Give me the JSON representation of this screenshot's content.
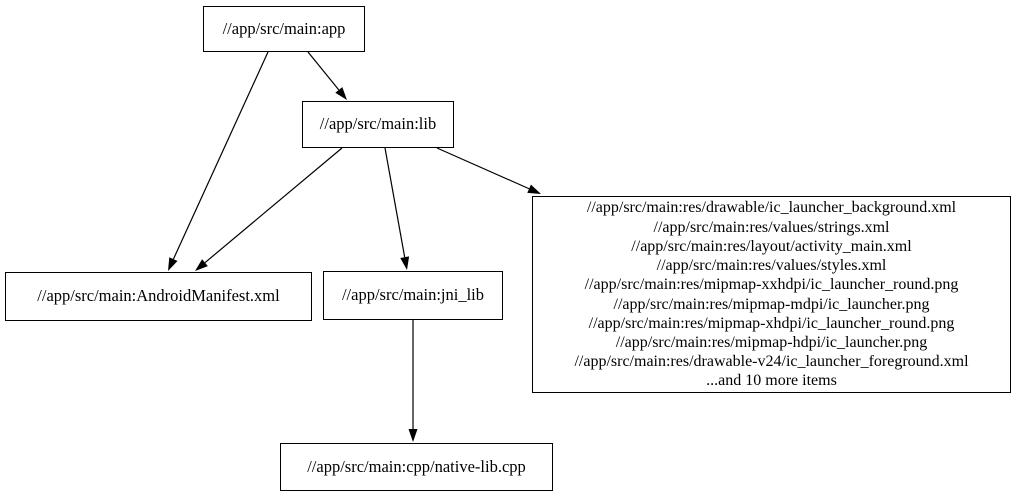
{
  "diagram": {
    "type": "directed-dependency-graph",
    "background_color": "#ffffff",
    "node_border_color": "#000000",
    "edge_color": "#000000",
    "text_color": "#000000",
    "nodes": [
      {
        "id": "app",
        "label": "//app/src/main:app"
      },
      {
        "id": "lib",
        "label": "//app/src/main:lib"
      },
      {
        "id": "android-manifest",
        "label": "//app/src/main:AndroidManifest.xml"
      },
      {
        "id": "jni-lib",
        "label": "//app/src/main:jni_lib"
      },
      {
        "id": "res-group",
        "lines": [
          "//app/src/main:res/drawable/ic_launcher_background.xml",
          "//app/src/main:res/values/strings.xml",
          "//app/src/main:res/layout/activity_main.xml",
          "//app/src/main:res/values/styles.xml",
          "//app/src/main:res/mipmap-xxhdpi/ic_launcher_round.png",
          "//app/src/main:res/mipmap-mdpi/ic_launcher.png",
          "//app/src/main:res/mipmap-xhdpi/ic_launcher_round.png",
          "//app/src/main:res/mipmap-hdpi/ic_launcher.png",
          "//app/src/main:res/drawable-v24/ic_launcher_foreground.xml",
          "...and 10 more items"
        ]
      },
      {
        "id": "native-lib",
        "label": "//app/src/main:cpp/native-lib.cpp"
      }
    ],
    "edges": [
      {
        "from": "app",
        "to": "lib",
        "points": [
          308,
          52,
          347,
          100
        ]
      },
      {
        "from": "app",
        "to": "android-manifest",
        "points": [
          268,
          52,
          168,
          271
        ]
      },
      {
        "from": "lib",
        "to": "android-manifest",
        "points": [
          342,
          148,
          195,
          271
        ]
      },
      {
        "from": "lib",
        "to": "jni-lib",
        "points": [
          385,
          148,
          407,
          270
        ]
      },
      {
        "from": "lib",
        "to": "res-group",
        "points": [
          437,
          148,
          541,
          194
        ]
      },
      {
        "from": "jni-lib",
        "to": "native-lib",
        "points": [
          413,
          320,
          413,
          442
        ]
      }
    ]
  }
}
